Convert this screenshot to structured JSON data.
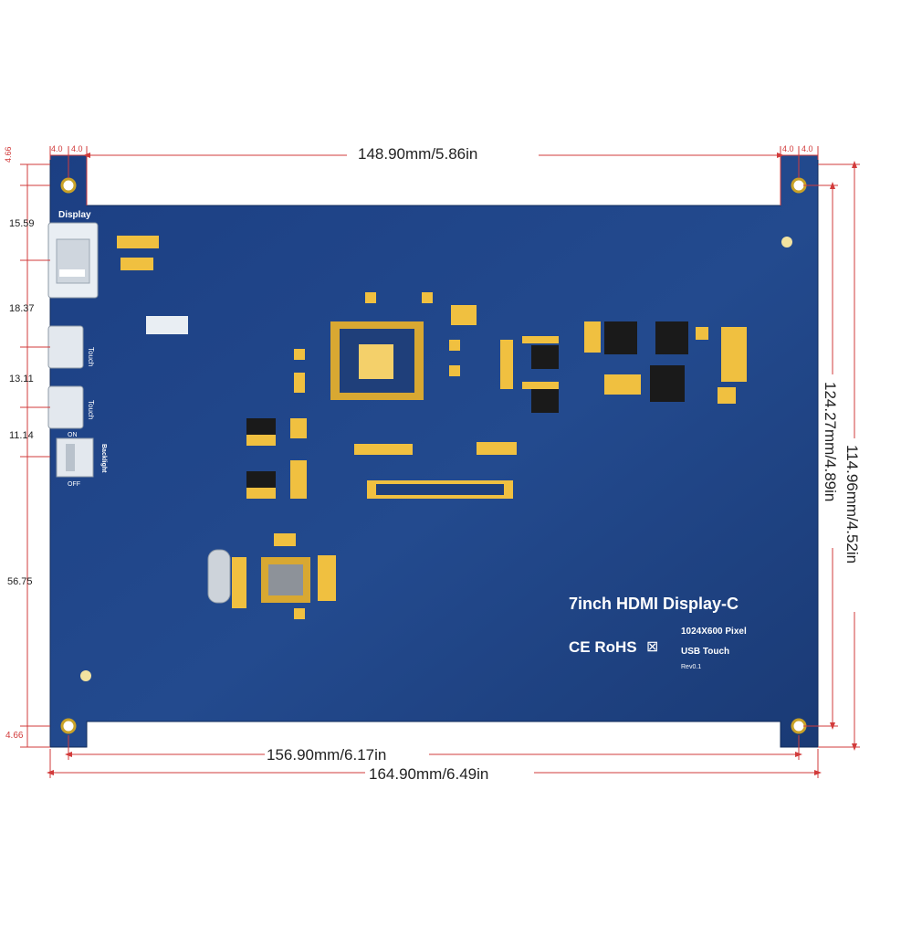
{
  "dimensions": {
    "top_width": "148.90mm/5.86in",
    "top_left_offset": "4.0",
    "top_left_offset_b": "4.0",
    "top_right_offset": "4.0",
    "top_right_offset_b": "4.0",
    "middle_width": "156.90mm/6.17in",
    "overall_width": "164.90mm/6.49in",
    "inner_height": "124.27mm/4.89in",
    "overall_height": "114.96mm/4.52in",
    "left_top_margin": "4.66",
    "left_bottom_margin": "4.66",
    "left_segments": [
      "15.59",
      "18.37",
      "13.11",
      "11.14",
      "56.75"
    ]
  },
  "board": {
    "color": "#1f3f7a",
    "port_labels": {
      "display": "Display",
      "touch_1": "Touch",
      "touch_2": "Touch",
      "backlight": "Backlight",
      "switch_on": "ON",
      "switch_off": "OFF"
    },
    "product_title": "7inch HDMI Display-C",
    "resolution": "1024X600 Pixel",
    "feature": "USB Touch",
    "revision": "Rev0.1",
    "certification_marks": "CE RoHS"
  }
}
